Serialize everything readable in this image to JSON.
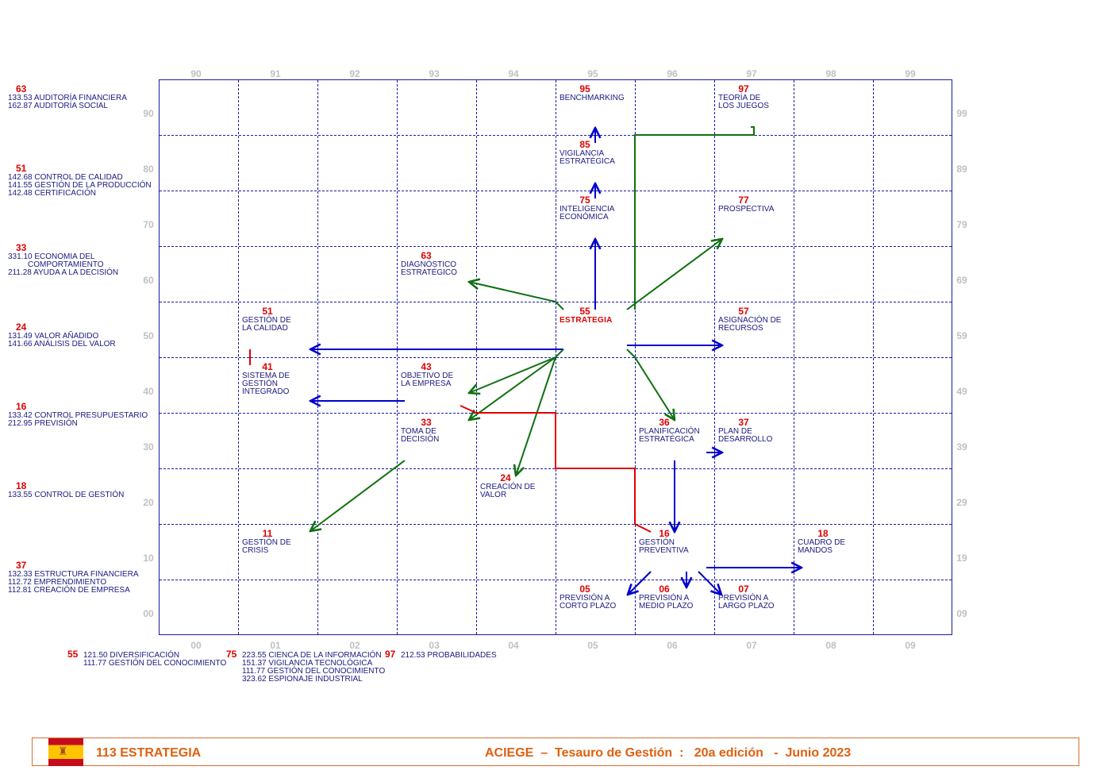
{
  "axes": {
    "top": [
      "90",
      "91",
      "92",
      "93",
      "94",
      "95",
      "96",
      "97",
      "98",
      "99"
    ],
    "bottom": [
      "00",
      "01",
      "02",
      "03",
      "04",
      "05",
      "06",
      "07",
      "08",
      "09"
    ],
    "left": [
      "90",
      "80",
      "70",
      "60",
      "50",
      "40",
      "30",
      "20",
      "10",
      "00"
    ],
    "right": [
      "99",
      "89",
      "79",
      "69",
      "59",
      "49",
      "39",
      "29",
      "19",
      "09"
    ]
  },
  "nodes": [
    {
      "num": "95",
      "label": "BENCHMARKING"
    },
    {
      "num": "97",
      "label": "TEORÍA DE\nLOS JUEGOS"
    },
    {
      "num": "85",
      "label": "VIGILANCIA\nESTRATÉGICA"
    },
    {
      "num": "75",
      "label": "INTELIGENCIA\nECONÓMICA"
    },
    {
      "num": "77",
      "label": "PROSPECTIVA"
    },
    {
      "num": "63",
      "label": "DIAGNÓSTICO\nESTRATÉGICO"
    },
    {
      "num": "51",
      "label": "GESTIÓN DE\nLA CALIDAD"
    },
    {
      "num": "55",
      "label": "ESTRATEGIA"
    },
    {
      "num": "57",
      "label": "ASIGNACIÓN DE\nRECURSOS"
    },
    {
      "num": "41",
      "label": "SISTEMA DE\nGESTIÓN\nINTEGRADO"
    },
    {
      "num": "43",
      "label": "OBJETIVO DE\nLA EMPRESA"
    },
    {
      "num": "33",
      "label": "TOMA DE\nDECISIÓN"
    },
    {
      "num": "36",
      "label": "PLANIFICACIÓN\nESTRATÉGICA"
    },
    {
      "num": "37",
      "label": "PLAN DE\nDESARROLLO"
    },
    {
      "num": "24",
      "label": "CREACIÓN DE\nVALOR"
    },
    {
      "num": "11",
      "label": "GESTIÓN DE\nCRISIS"
    },
    {
      "num": "16",
      "label": "GESTIÓN\nPREVENTIVA"
    },
    {
      "num": "18",
      "label": "CUADRO DE\nMANDOS"
    },
    {
      "num": "05",
      "label": "PREVISIÓN A\nCORTO PLAZO"
    },
    {
      "num": "06",
      "label": "PREVISIÓN A\nMEDIO PLAZO"
    },
    {
      "num": "07",
      "label": "PREVISIÓN A\nLARGO PLAZO"
    }
  ],
  "side_refs": [
    {
      "num": "63",
      "lines": [
        "133.53 AUDITORÍA FINANCIERA",
        "162.87 AUDITORÍA SOCIAL"
      ]
    },
    {
      "num": "51",
      "lines": [
        "142.68 CONTROL DE CALIDAD",
        "141.55 GESTIÓN DE LA PRODUCCIÓN",
        "142.48 CERTIFICACIÓN"
      ]
    },
    {
      "num": "33",
      "lines": [
        "331.10 ECONOMIA DEL",
        "         COMPORTAMIENTO",
        "211.28 AYUDA A LA DECISIÓN"
      ]
    },
    {
      "num": "24",
      "lines": [
        "131.49 VALOR AÑADIDO",
        "141.66 ANÁLISIS DEL VALOR"
      ]
    },
    {
      "num": "16",
      "lines": [
        "133.42 CONTROL PRESUPUESTARIO",
        "212.95 PREVISIÓN"
      ]
    },
    {
      "num": "18",
      "lines": [
        "133.55 CONTROL DE GESTIÓN"
      ]
    },
    {
      "num": "37",
      "lines": [
        "132.33 ESTRUCTURA FINANCIERA",
        "112.72 EMPRENDIMIENTO",
        "112.81 CREACIÓN DE EMPRESA"
      ]
    }
  ],
  "bottom_refs": [
    {
      "num": "55",
      "lines": [
        "121.50 DIVERSIFICACIÓN",
        "111.77 GESTIÓN DEL CONOCIMIENTO"
      ]
    },
    {
      "num": "75",
      "lines": [
        "223.55 CIENCA DE LA INFORMACIÓN",
        "151.37 VIGILANCIA TECNOLÓGICA",
        "111.77 GESTIÓN DEL CONOCIMIENTO",
        "323.62 ESPIONAJE INDUSTRIAL"
      ]
    },
    {
      "num": "97",
      "lines": [
        "212.53 PROBABILIDADES"
      ]
    }
  ],
  "footer": {
    "flag_icon": "spain-flag-icon",
    "title": "113  ESTRATEGIA",
    "publication": "ACIEGE  –  Tesauro de Gestión  :   20a edición   -  Junio 2023"
  },
  "colors": {
    "grid": "#1a1aa8",
    "blue_arrow": "#0000cc",
    "green_arrow": "#107010",
    "red_line": "#e00000",
    "footer": "#e06010"
  }
}
